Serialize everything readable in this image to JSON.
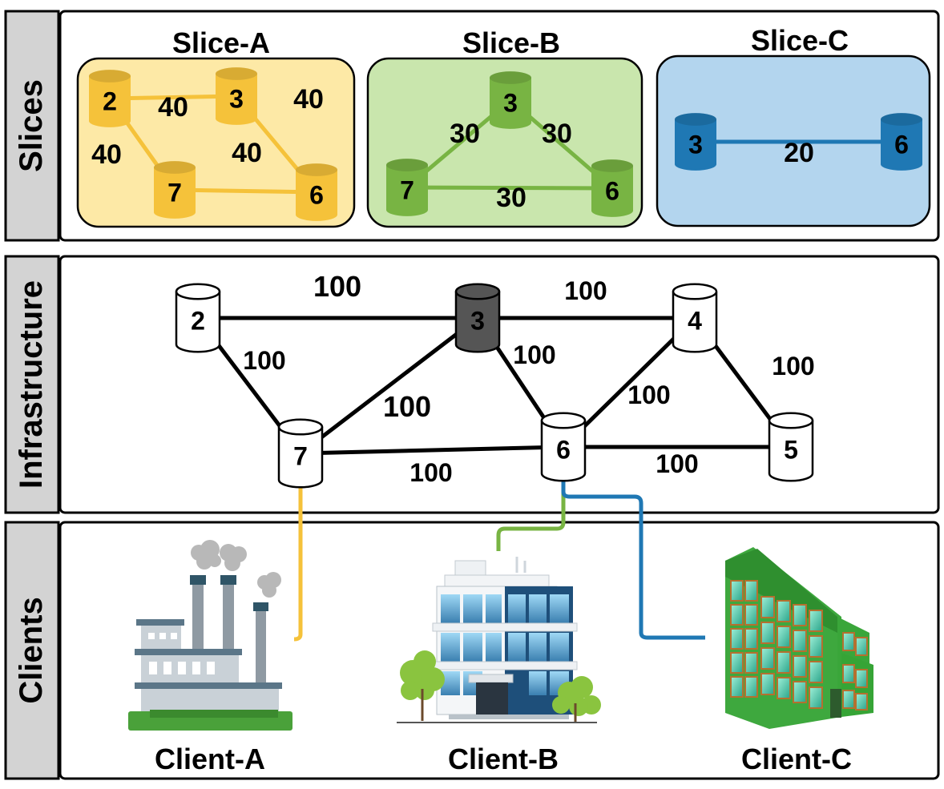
{
  "panels": {
    "slices_label": "Slices",
    "infrastructure_label": "Infrastructure",
    "clients_label": "Clients"
  },
  "slices": [
    {
      "title": "Slice-A",
      "nodes": [
        "2",
        "3",
        "7",
        "6"
      ],
      "links": [
        {
          "a": "2",
          "b": "3",
          "bw": "40"
        },
        {
          "a": "3",
          "b": "6",
          "bw": "40"
        },
        {
          "a": "2",
          "b": "7",
          "bw": "40"
        },
        {
          "a": "7",
          "b": "6",
          "bw": "40"
        }
      ],
      "color": "#f5c23a",
      "bg": "#fde9a6"
    },
    {
      "title": "Slice-B",
      "nodes": [
        "3",
        "7",
        "6"
      ],
      "links": [
        {
          "a": "3",
          "b": "7",
          "bw": "30"
        },
        {
          "a": "3",
          "b": "6",
          "bw": "30"
        },
        {
          "a": "7",
          "b": "6",
          "bw": "30"
        }
      ],
      "color": "#78b443",
      "bg": "#c9e6ad"
    },
    {
      "title": "Slice-C",
      "nodes": [
        "3",
        "6"
      ],
      "links": [
        {
          "a": "3",
          "b": "6",
          "bw": "20"
        }
      ],
      "color": "#1f78b4",
      "bg": "#b3d5ee"
    }
  ],
  "infrastructure": {
    "nodes": [
      "2",
      "3",
      "4",
      "7",
      "6",
      "5"
    ],
    "highlighted_node": "3",
    "links": [
      {
        "a": "2",
        "b": "3",
        "bw": "100"
      },
      {
        "a": "3",
        "b": "4",
        "bw": "100"
      },
      {
        "a": "2",
        "b": "7",
        "bw": "100"
      },
      {
        "a": "7",
        "b": "3",
        "bw": "100"
      },
      {
        "a": "3",
        "b": "6",
        "bw": "100"
      },
      {
        "a": "4",
        "b": "6",
        "bw": "100"
      },
      {
        "a": "4",
        "b": "5",
        "bw": "100"
      },
      {
        "a": "7",
        "b": "6",
        "bw": "100"
      },
      {
        "a": "6",
        "b": "5",
        "bw": "100"
      }
    ]
  },
  "clients": [
    {
      "name": "Client-A",
      "icon": "factory-icon",
      "attached_node": "7"
    },
    {
      "name": "Client-B",
      "icon": "office-building-icon",
      "attached_node": "6"
    },
    {
      "name": "Client-C",
      "icon": "green-skyscraper-icon",
      "attached_node": "6"
    }
  ]
}
